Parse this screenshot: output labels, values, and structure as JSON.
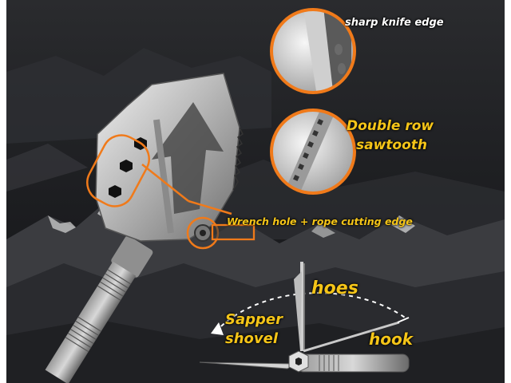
{
  "labels": {
    "sharp_knife_edge": "sharp knife edge",
    "double_row_line1": "Double row",
    "double_row_line2": "sawtooth",
    "wrench_hole": "Wrench hole + rope cutting edge",
    "hoes": "hoes",
    "sapper_line1": "Sapper",
    "sapper_line2": "shovel",
    "hook": "hook"
  },
  "colors": {
    "accent_orange": "#f07a1a",
    "label_yellow": "#f5c518",
    "label_white": "#ffffff",
    "dark_bg": "#202124"
  }
}
